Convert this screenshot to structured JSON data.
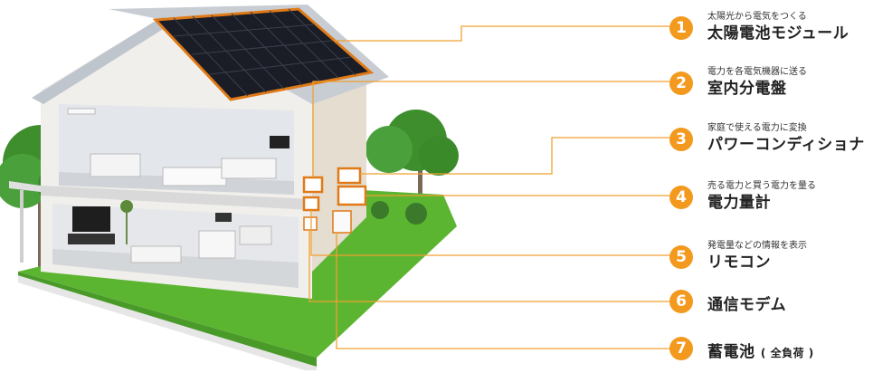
{
  "legend": {
    "items": [
      {
        "number": "1",
        "subtitle": "太陽光から電気をつくる",
        "title": "太陽電池モジュール",
        "note": ""
      },
      {
        "number": "2",
        "subtitle": "電力を各電気機器に送る",
        "title": "室内分電盤",
        "note": ""
      },
      {
        "number": "3",
        "subtitle": "家庭で使える電力に変換",
        "title": "パワーコンディショナ",
        "note": ""
      },
      {
        "number": "4",
        "subtitle": "売る電力と買う電力を量る",
        "title": "電力量計",
        "note": ""
      },
      {
        "number": "5",
        "subtitle": "発電量などの情報を表示",
        "title": "リモコン",
        "note": ""
      },
      {
        "number": "6",
        "subtitle": "",
        "title": "通信モデム",
        "note": ""
      },
      {
        "number": "7",
        "subtitle": "",
        "title": "蓄電池",
        "note": "( 全負荷 )"
      }
    ]
  },
  "colors": {
    "accent": "#f39a1e",
    "leader_line": "#f0a030",
    "lawn": "#5cb531",
    "roof": "#c8cdd4",
    "solar_panel": "#1a1d26",
    "wall": "#e9e6e1"
  },
  "icons": {
    "illustration": "house-cutaway-illustration",
    "badge": "number-circle-icon"
  }
}
